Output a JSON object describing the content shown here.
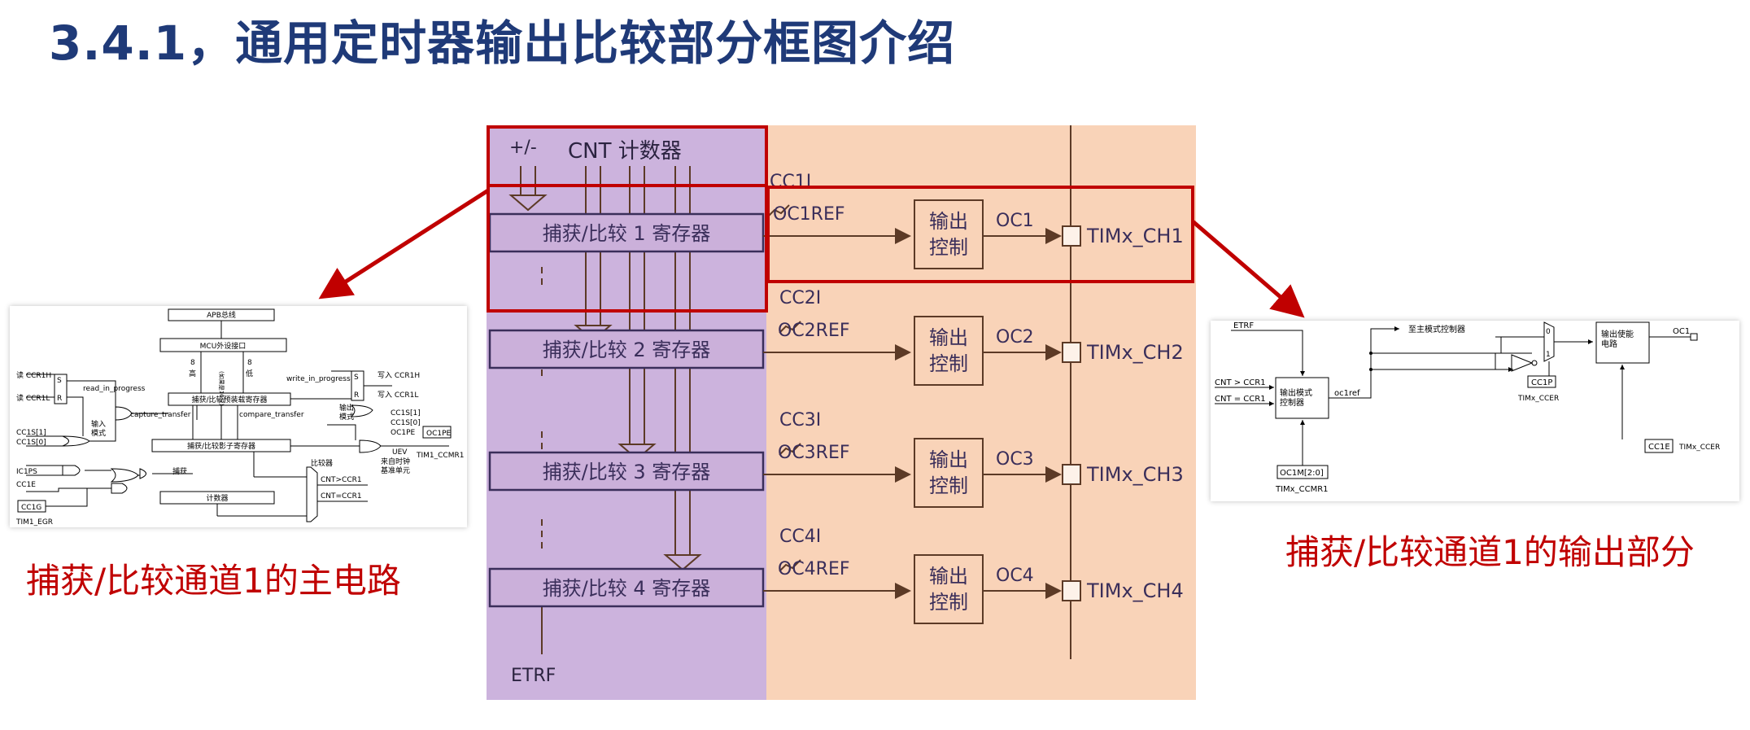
{
  "title": "3.4.1，通用定时器输出比较部分框图介绍",
  "captions": {
    "left": "捕获/比较通道1的主电路",
    "right": "捕获/比较通道1的输出部分"
  },
  "colors": {
    "title": "#1f3a78",
    "caption": "#c00000",
    "highlight": "#c00000",
    "counter_zone": "#ccb3dd",
    "output_zone": "#f9d3b8",
    "line": "#5c3a26"
  },
  "main": {
    "updown": "+/-",
    "counter": "CNT 计数器",
    "etrf": "ETRF",
    "channels": [
      {
        "register": "捕获/比较 1 寄存器",
        "interrupt": "CC1I",
        "ref": "OC1REF",
        "ctrl1": "输出",
        "ctrl2": "控制",
        "oc": "OC1",
        "pin": "TIMx_CH1"
      },
      {
        "register": "捕获/比较 2 寄存器",
        "interrupt": "CC2I",
        "ref": "OC2REF",
        "ctrl1": "输出",
        "ctrl2": "控制",
        "oc": "OC2",
        "pin": "TIMx_CH2"
      },
      {
        "register": "捕获/比较 3 寄存器",
        "interrupt": "CC3I",
        "ref": "OC3REF",
        "ctrl1": "输出",
        "ctrl2": "控制",
        "oc": "OC3",
        "pin": "TIMx_CH3"
      },
      {
        "register": "捕获/比较 4 寄存器",
        "interrupt": "CC4I",
        "ref": "OC4REF",
        "ctrl1": "输出",
        "ctrl2": "控制",
        "oc": "OC4",
        "pin": "TIMx_CH4"
      }
    ]
  },
  "left_detail": {
    "apb": "APB总线",
    "mcu": "MCU外设接口",
    "read_ccr1h": "读 CCR1H",
    "read_ccr1l": "读 CCR1L",
    "s": "S",
    "r": "R",
    "read_in_progress": "read_in_progress",
    "write_in_progress": "write_in_progress",
    "write_ccr1h": "写入 CCR1H",
    "write_ccr1l": "写入 CCR1L",
    "bit8": "8",
    "high": "高",
    "low": "低",
    "bus16": "(如果是16位)",
    "preload": "捕获/比较预装载寄存器",
    "capture_transfer": "capture_transfer",
    "compare_transfer": "compare_transfer",
    "shadow": "捕获/比较影子寄存器",
    "input_mode": "输入\n模式",
    "output_mode": "输出\n模式",
    "cc1s1": "CC1S[1]",
    "cc1s0": "CC1S[0]",
    "cc1s1_r": "CC1S[1]",
    "cc1s0_r": "CC1S[0]",
    "oc1pe_in": "OC1PE",
    "oc1pe_box": "OC1PE",
    "uev": "UEV",
    "from_timebase": "来自时钟\n基准单元",
    "tim1_ccmr1": "TIM1_CCMR1",
    "ic1ps": "IC1PS",
    "cc1e": "CC1E",
    "capture": "捕获",
    "comparator": "比较器",
    "cnt_gt": "CNT>CCR1",
    "cnt_eq": "CNT=CCR1",
    "counter": "计数器",
    "cc1g": "CC1G",
    "tim1_egr": "TIM1_EGR"
  },
  "right_detail": {
    "etrf": "ETRF",
    "to_master": "至主模式控制器",
    "cnt_gt": "CNT > CCR1",
    "cnt_eq": "CNT = CCR1",
    "ocmode": "输出模式\n控制器",
    "oc1ref": "oc1ref",
    "oc1m": "OC1M[2:0]",
    "tim_ccmr1": "TIMx_CCMR1",
    "mux0": "0",
    "mux1": "1",
    "enable": "输出使能\n电路",
    "oc1": "OC1",
    "cc1p": "CC1P",
    "tim_ccer1": "TIMx_CCER",
    "cc1e": "CC1E",
    "tim_ccer2": "TIMx_CCER"
  }
}
